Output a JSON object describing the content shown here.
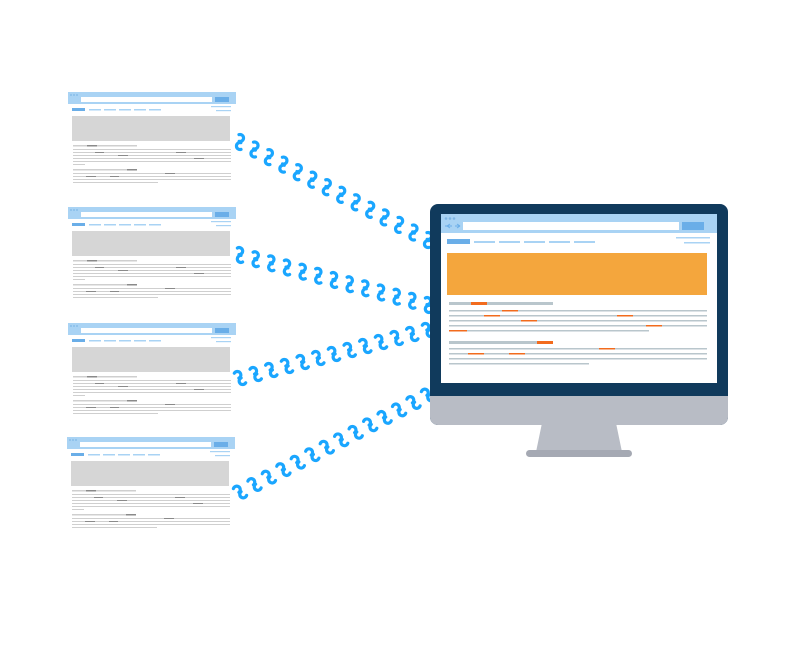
{
  "colors": {
    "background": "#ffffff",
    "browser_frame": "#a9d3f4",
    "browser_button": "#6aaee8",
    "browser_url_bar": "#ffffff",
    "nav_link": "#a9d3f4",
    "active_tab": "#6aaee8",
    "thumb_hero": "#d6d6d6",
    "thumb_text_line": "#cfcfcf",
    "thumb_text_dark": "#8a8a8a",
    "chain_link": "#1aa6ff",
    "monitor_bezel": "#103a5c",
    "monitor_chin": "#b8bcc5",
    "monitor_stand": "#b8bcc5",
    "monitor_stand_shadow": "#a5a9b3",
    "hero_banner": "#f4a63d",
    "text_line_gray": "#b9c6cc",
    "highlight_link": "#f26b1d"
  },
  "diagram": {
    "kind": "backlinks",
    "source_pages": [
      {
        "id": "page-1",
        "icon": "webpage-thumbnail"
      },
      {
        "id": "page-2",
        "icon": "webpage-thumbnail"
      },
      {
        "id": "page-3",
        "icon": "webpage-thumbnail"
      },
      {
        "id": "page-4",
        "icon": "webpage-thumbnail"
      }
    ],
    "target": {
      "id": "target-site",
      "icon": "desktop-monitor"
    },
    "connector_icon": "chain-link-icon",
    "connections": [
      "page-1",
      "page-2",
      "page-3",
      "page-4"
    ]
  }
}
